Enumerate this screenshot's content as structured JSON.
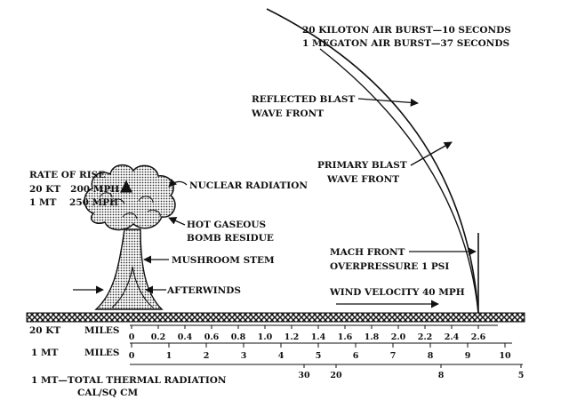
{
  "header": {
    "line1": "20 KILOTON AIR BURST—10 SECONDS",
    "line2": "1 MEGATON AIR BURST—37 SECONDS"
  },
  "labels": {
    "reflected_1": "REFLECTED BLAST",
    "reflected_2": "WAVE FRONT",
    "primary_1": "PRIMARY BLAST",
    "primary_2": "WAVE FRONT",
    "mach_1": "MACH FRONT",
    "mach_2": "OVERPRESSURE 1 PSI",
    "wind": "WIND VELOCITY 40 MPH",
    "rate_1": "RATE OF RISE",
    "rate_2": "20 KT   200 MPH",
    "rate_3": "1 MT    250 MPH",
    "nuclear": "NUCLEAR RADIATION",
    "hot_1": "HOT GASEOUS",
    "hot_2": "BOMB RESIDUE",
    "stem": "MUSHROOM STEM",
    "afterwinds": "AFTERWINDS"
  },
  "scales": {
    "kt20": {
      "label": "20 KT",
      "unit": "MILES",
      "ticks": [
        "0",
        "0.2",
        "0.4",
        "0.6",
        "0.8",
        "1.0",
        "1.2",
        "1.4",
        "1.6",
        "1.8",
        "2.0",
        "2.2",
        "2.4",
        "2.6"
      ]
    },
    "mt1": {
      "label": "1 MT",
      "unit": "MILES",
      "ticks": [
        "0",
        "1",
        "2",
        "3",
        "4",
        "5",
        "6",
        "7",
        "8",
        "9",
        "10"
      ]
    },
    "thermal": {
      "label_1": "1 MT—TOTAL THERMAL RADIATION",
      "label_2": "CAL/SQ CM",
      "ticks": [
        "30",
        "20",
        "8",
        "5"
      ]
    }
  }
}
